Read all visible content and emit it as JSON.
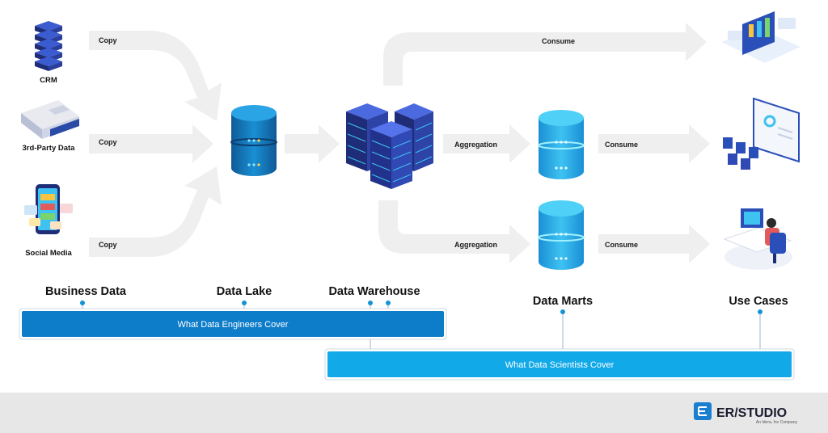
{
  "sources": {
    "crm": "CRM",
    "third_party": "3rd-Party Data",
    "social": "Social Media"
  },
  "arrows": {
    "copy_crm": "Copy",
    "copy_third_party": "Copy",
    "copy_social": "Copy",
    "consume_top": "Consume",
    "aggregation_1": "Aggregation",
    "aggregation_2": "Aggregation",
    "consume_mart_1": "Consume",
    "consume_mart_2": "Consume"
  },
  "stages": {
    "business_data": "Business Data",
    "data_lake": "Data Lake",
    "data_warehouse": "Data Warehouse",
    "data_marts": "Data Marts",
    "use_cases": "Use Cases"
  },
  "bars": {
    "engineers": "What Data Engineers Cover",
    "scientists": "What Data Scientists Cover"
  },
  "colors": {
    "engineers_bar": "#0e7dc9",
    "scientists_bar": "#12a9e8",
    "arrow": "#efefef",
    "footer": "#e7e7e7",
    "navy": "#1f2d78",
    "cyan": "#18b6e8"
  },
  "logo": {
    "name": "ER/STUDIO",
    "tagline": "An Idera, Inc Company"
  }
}
